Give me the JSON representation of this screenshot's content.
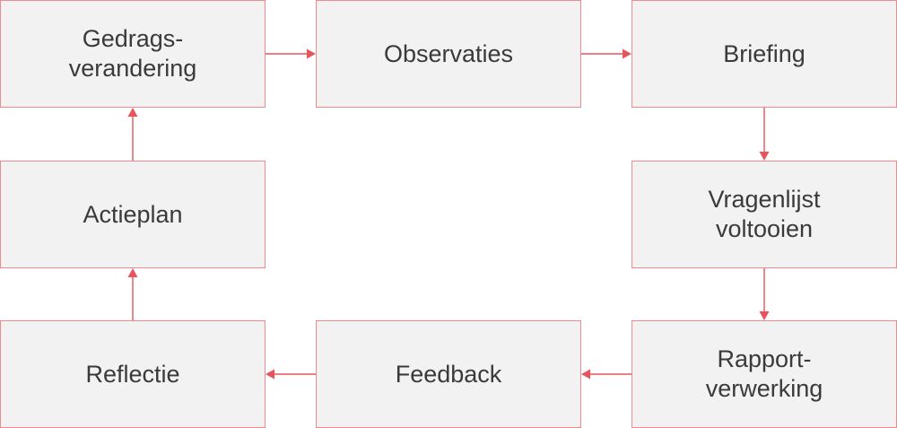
{
  "diagram": {
    "colors": {
      "box_fill": "#f2f2f2",
      "box_border": "#f08a8f",
      "arrow": "#e8545c",
      "text": "#3a3a3a"
    },
    "steps": [
      {
        "id": "gedragsverandering",
        "label": "Gedrags-\nverandering"
      },
      {
        "id": "observaties",
        "label": "Observaties"
      },
      {
        "id": "briefing",
        "label": "Briefing"
      },
      {
        "id": "vragenlijst",
        "label": "Vragenlijst\nvoltooien"
      },
      {
        "id": "rapportverwerking",
        "label": "Rapport-\nverwerking"
      },
      {
        "id": "feedback",
        "label": "Feedback"
      },
      {
        "id": "reflectie",
        "label": "Reflectie"
      },
      {
        "id": "actieplan",
        "label": "Actieplan"
      }
    ],
    "connections": [
      {
        "from": "gedragsverandering",
        "to": "observaties"
      },
      {
        "from": "observaties",
        "to": "briefing"
      },
      {
        "from": "briefing",
        "to": "vragenlijst"
      },
      {
        "from": "vragenlijst",
        "to": "rapportverwerking"
      },
      {
        "from": "rapportverwerking",
        "to": "feedback"
      },
      {
        "from": "feedback",
        "to": "reflectie"
      },
      {
        "from": "reflectie",
        "to": "actieplan"
      },
      {
        "from": "actieplan",
        "to": "gedragsverandering"
      }
    ]
  }
}
